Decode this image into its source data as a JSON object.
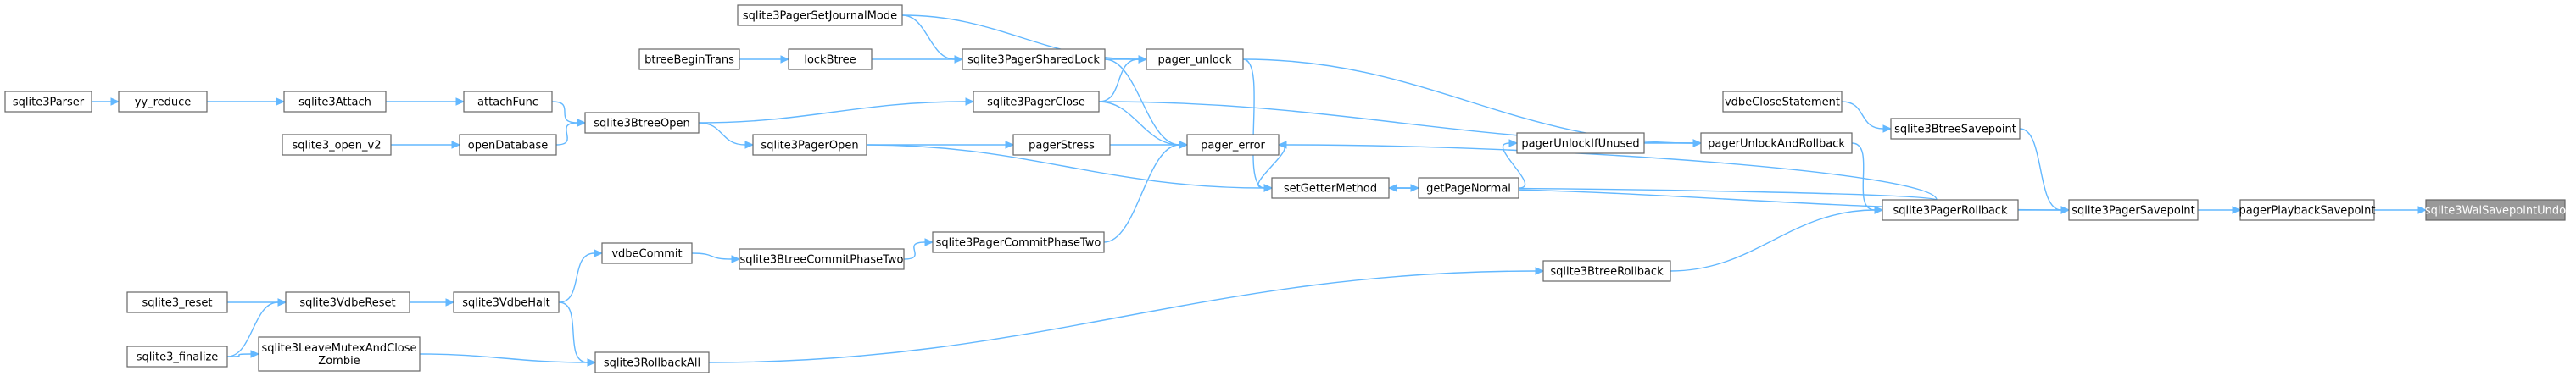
{
  "nodes": [
    {
      "id": "sqlite3WalSavepointUndo",
      "label": "sqlite3WalSavepointUndo",
      "root": true
    },
    {
      "id": "pagerPlaybackSavepoint",
      "label": "pagerPlaybackSavepoint"
    },
    {
      "id": "sqlite3PagerSavepoint",
      "label": "sqlite3PagerSavepoint"
    },
    {
      "id": "sqlite3BtreeSavepoint",
      "label": "sqlite3BtreeSavepoint"
    },
    {
      "id": "vdbeCloseStatement",
      "label": "vdbeCloseStatement"
    },
    {
      "id": "sqlite3PagerRollback",
      "label": "sqlite3PagerRollback"
    },
    {
      "id": "pagerUnlockAndRollback",
      "label": "pagerUnlockAndRollback"
    },
    {
      "id": "pagerUnlockIfUnused",
      "label": "pagerUnlockIfUnused"
    },
    {
      "id": "getPageNormal",
      "label": "getPageNormal"
    },
    {
      "id": "sqlite3BtreeRollback",
      "label": "sqlite3BtreeRollback"
    },
    {
      "id": "setGetterMethod",
      "label": "setGetterMethod"
    },
    {
      "id": "pager_error",
      "label": "pager_error"
    },
    {
      "id": "pager_unlock",
      "label": "pager_unlock"
    },
    {
      "id": "sqlite3PagerSetJournalMode",
      "label": "sqlite3PagerSetJournalMode"
    },
    {
      "id": "sqlite3PagerSharedLock",
      "label": "sqlite3PagerSharedLock"
    },
    {
      "id": "sqlite3PagerClose",
      "label": "sqlite3PagerClose"
    },
    {
      "id": "pagerStress",
      "label": "pagerStress"
    },
    {
      "id": "sqlite3PagerCommitPhaseTwo",
      "label": "sqlite3PagerCommitPhaseTwo"
    },
    {
      "id": "lockBtree",
      "label": "lockBtree"
    },
    {
      "id": "btreeBeginTrans",
      "label": "btreeBeginTrans"
    },
    {
      "id": "sqlite3BtreeOpen",
      "label": "sqlite3BtreeOpen"
    },
    {
      "id": "sqlite3PagerOpen",
      "label": "sqlite3PagerOpen"
    },
    {
      "id": "attachFunc",
      "label": "attachFunc"
    },
    {
      "id": "openDatabase",
      "label": "openDatabase"
    },
    {
      "id": "sqlite3Attach",
      "label": "sqlite3Attach"
    },
    {
      "id": "yy_reduce",
      "label": "yy_reduce"
    },
    {
      "id": "sqlite3Parser",
      "label": "sqlite3Parser"
    },
    {
      "id": "sqlite3_open_v2",
      "label": "sqlite3_open_v2"
    },
    {
      "id": "sqlite3BtreeCommitPhaseTwo",
      "label": "sqlite3BtreeCommitPhaseTwo"
    },
    {
      "id": "vdbeCommit",
      "label": "vdbeCommit"
    },
    {
      "id": "sqlite3VdbeHalt",
      "label": "sqlite3VdbeHalt"
    },
    {
      "id": "sqlite3RollbackAll",
      "label": "sqlite3RollbackAll"
    },
    {
      "id": "sqlite3VdbeReset",
      "label": "sqlite3VdbeReset"
    },
    {
      "id": "sqlite3LeaveMutexAndCloseZombie",
      "label": "sqlite3LeaveMutexAndClose\nZombie"
    },
    {
      "id": "sqlite3_reset",
      "label": "sqlite3_reset"
    },
    {
      "id": "sqlite3_finalize",
      "label": "sqlite3_finalize"
    }
  ],
  "edges": [
    [
      "pagerPlaybackSavepoint",
      "sqlite3WalSavepointUndo"
    ],
    [
      "sqlite3PagerSavepoint",
      "pagerPlaybackSavepoint"
    ],
    [
      "sqlite3BtreeSavepoint",
      "sqlite3PagerSavepoint"
    ],
    [
      "sqlite3PagerRollback",
      "sqlite3PagerSavepoint"
    ],
    [
      "setGetterMethod",
      "sqlite3PagerSavepoint"
    ],
    [
      "vdbeCloseStatement",
      "sqlite3BtreeSavepoint"
    ],
    [
      "pagerUnlockAndRollback",
      "sqlite3PagerRollback"
    ],
    [
      "sqlite3BtreeRollback",
      "sqlite3PagerRollback"
    ],
    [
      "pagerUnlockIfUnused",
      "pagerUnlockAndRollback"
    ],
    [
      "sqlite3PagerClose",
      "pagerUnlockAndRollback"
    ],
    [
      "pager_unlock",
      "pagerUnlockAndRollback"
    ],
    [
      "getPageNormal",
      "pagerUnlockIfUnused"
    ],
    [
      "setGetterMethod",
      "getPageNormal"
    ],
    [
      "sqlite3RollbackAll",
      "sqlite3BtreeRollback"
    ],
    [
      "pager_unlock",
      "setGetterMethod"
    ],
    [
      "pager_error",
      "setGetterMethod"
    ],
    [
      "sqlite3PagerRollback",
      "setGetterMethod"
    ],
    [
      "sqlite3PagerOpen",
      "setGetterMethod"
    ],
    [
      "sqlite3PagerSetJournalMode",
      "pager_unlock"
    ],
    [
      "sqlite3PagerSharedLock",
      "pager_unlock"
    ],
    [
      "sqlite3PagerClose",
      "pager_unlock"
    ],
    [
      "sqlite3PagerSharedLock",
      "pager_error"
    ],
    [
      "sqlite3PagerClose",
      "pager_error"
    ],
    [
      "pagerStress",
      "pager_error"
    ],
    [
      "sqlite3PagerCommitPhaseTwo",
      "pager_error"
    ],
    [
      "sqlite3PagerRollback",
      "pager_error"
    ],
    [
      "lockBtree",
      "sqlite3PagerSharedLock"
    ],
    [
      "sqlite3PagerSetJournalMode",
      "sqlite3PagerSharedLock"
    ],
    [
      "btreeBeginTrans",
      "lockBtree"
    ],
    [
      "sqlite3BtreeOpen",
      "sqlite3PagerClose"
    ],
    [
      "sqlite3BtreeOpen",
      "sqlite3PagerOpen"
    ],
    [
      "sqlite3PagerOpen",
      "pagerStress"
    ],
    [
      "sqlite3BtreeCommitPhaseTwo",
      "sqlite3PagerCommitPhaseTwo"
    ],
    [
      "attachFunc",
      "sqlite3BtreeOpen"
    ],
    [
      "openDatabase",
      "sqlite3BtreeOpen"
    ],
    [
      "sqlite3Attach",
      "attachFunc"
    ],
    [
      "yy_reduce",
      "sqlite3Attach"
    ],
    [
      "sqlite3Parser",
      "yy_reduce"
    ],
    [
      "sqlite3_open_v2",
      "openDatabase"
    ],
    [
      "vdbeCommit",
      "sqlite3BtreeCommitPhaseTwo"
    ],
    [
      "sqlite3VdbeHalt",
      "vdbeCommit"
    ],
    [
      "sqlite3VdbeHalt",
      "sqlite3RollbackAll"
    ],
    [
      "sqlite3LeaveMutexAndCloseZombie",
      "sqlite3RollbackAll"
    ],
    [
      "sqlite3VdbeReset",
      "sqlite3VdbeHalt"
    ],
    [
      "sqlite3_reset",
      "sqlite3VdbeReset"
    ],
    [
      "sqlite3_finalize",
      "sqlite3VdbeReset"
    ],
    [
      "sqlite3_finalize",
      "sqlite3LeaveMutexAndCloseZombie"
    ]
  ],
  "colors": {
    "edge": "#63b8ff",
    "node_border": "#666666",
    "root_fill": "#999999"
  }
}
